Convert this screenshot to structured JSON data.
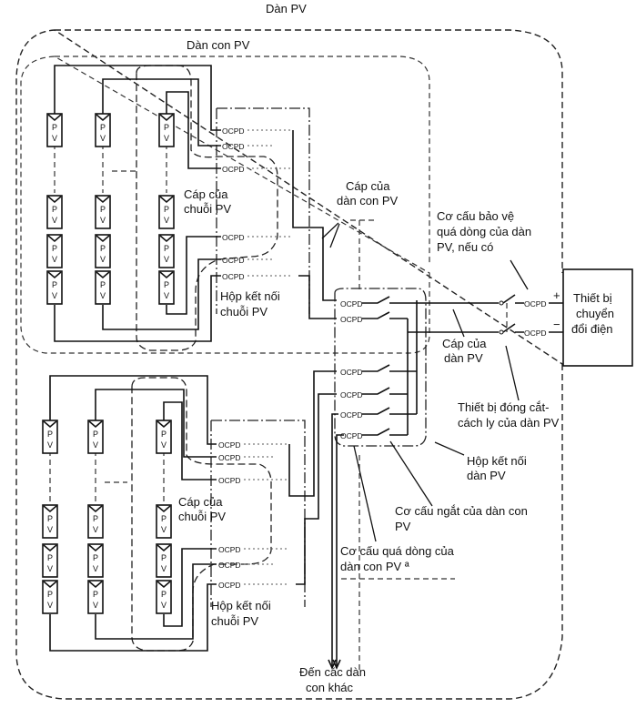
{
  "diagram": {
    "title": "Dàn PV",
    "labels": {
      "pv_array": "Dàn PV",
      "pv_subarray": "Dàn con PV",
      "string_cable_1": [
        "Cáp của",
        "chuỗi PV"
      ],
      "string_cable_2": [
        "Cáp của",
        "chuỗi PV"
      ],
      "string_junction_box_1": [
        "Hộp kết nối",
        "chuỗi PV"
      ],
      "string_junction_box_2": [
        "Hộp kết nối",
        "chuỗi PV"
      ],
      "subarray_cable": [
        "Cáp của",
        "dàn con PV"
      ],
      "array_overcurrent": [
        "Cơ cấu bảo vệ",
        "quá dòng của dàn",
        "PV, nếu có"
      ],
      "converter": [
        "Thiết bị",
        "chuyển",
        "đổi điện"
      ],
      "array_cable": [
        "Cáp của",
        "dàn PV"
      ],
      "array_isolator": [
        "Thiết bị đóng cắt-",
        "cách ly của dàn PV"
      ],
      "array_junction_box": [
        "Hộp kết nối",
        "dàn PV"
      ],
      "subarray_disconnect": [
        "Cơ cấu ngắt của dàn con",
        "PV"
      ],
      "subarray_overcurrent": [
        "Cơ cấu quá dòng của",
        "dàn con PV ª"
      ],
      "to_other_subarrays": [
        "Đến các dàn",
        "con khác"
      ]
    },
    "module_label": [
      "P",
      "V"
    ],
    "ocpd_label": "OCPD",
    "polarity": {
      "plus": "+",
      "minus": "−"
    }
  }
}
